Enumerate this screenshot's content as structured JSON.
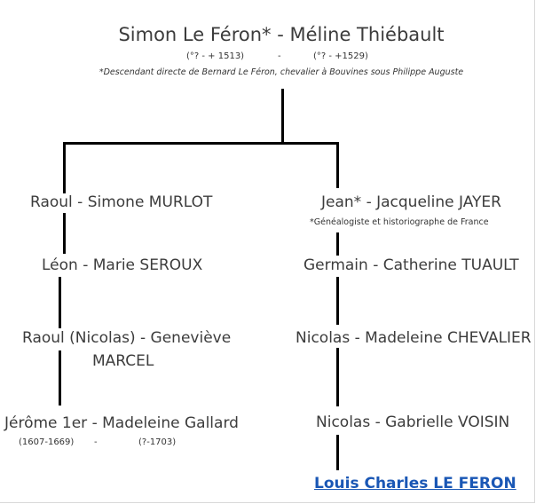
{
  "root": {
    "couple": "Simon Le Féron* - Méline Thiébault",
    "dates_left": "(°? - + 1513)",
    "dates_sep": "-",
    "dates_right": "(°? - +1529)",
    "note": "*Descendant directe de Bernard Le Féron, chevalier à Bouvines sous Philippe Auguste"
  },
  "left_branch": [
    {
      "couple": "Raoul - Simone MURLOT"
    },
    {
      "couple": "Léon - Marie SEROUX"
    },
    {
      "couple_line1": "Raoul (Nicolas) - Geneviève",
      "couple_line2": "MARCEL"
    },
    {
      "couple": "Jérôme 1er - Madeleine Gallard",
      "dates_left": "(1607-1669)",
      "dates_sep": "-",
      "dates_right": "(?-1703)"
    }
  ],
  "right_branch": [
    {
      "couple": "Jean* - Jacqueline JAYER",
      "note": "*Généalogiste et historiographe de France"
    },
    {
      "couple": "Germain - Catherine TUAULT"
    },
    {
      "couple": "Nicolas - Madeleine CHEVALIER"
    },
    {
      "couple": "Nicolas - Gabrielle VOISIN"
    }
  ],
  "descendant_link": "Louis Charles LE FERON"
}
